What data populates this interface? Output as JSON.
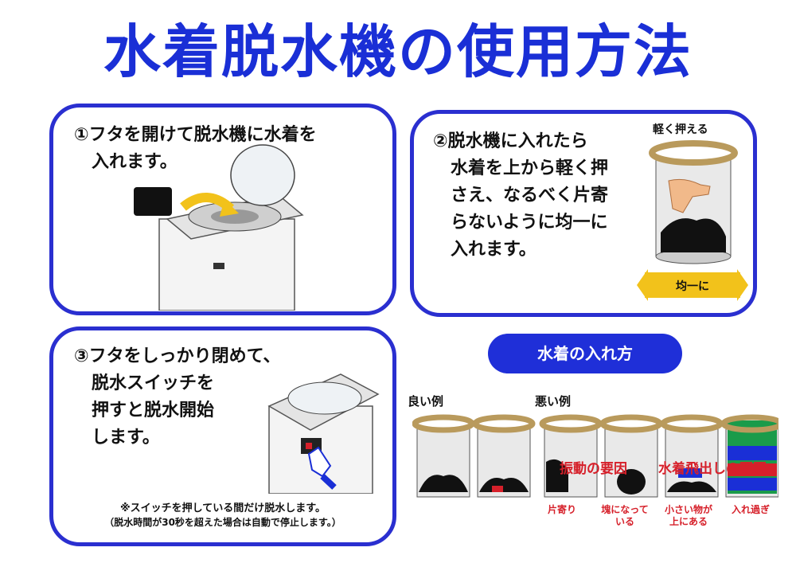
{
  "title": "水着脱水機の使用方法",
  "steps": [
    {
      "text": "①フタを開けて脱水機に水着を\n　入れます。"
    },
    {
      "text": "②脱水機に入れたら\n　水着を上から軽く押\n　さえ、なるべく片寄\n　らないように均一に\n　入れます。"
    },
    {
      "text": "③フタをしっかり閉めて、\n　脱水スイッチを\n　押すと脱水開始\n　します。"
    }
  ],
  "notes": [
    "※スイッチを押している間だけ脱水します。",
    "（脱水時間が30秒を超えた場合は自動で停止します。）"
  ],
  "illustration": {
    "press_label": "軽く押える",
    "even_label": "均一に"
  },
  "examples": {
    "heading": "水着の入れ方",
    "good_label": "良い例",
    "bad_label": "悪い例",
    "causes": [
      "振動の要因",
      "水着飛出しの要因"
    ],
    "captions": [
      "片寄り",
      "塊になって\nいる",
      "小さい物が\n上にある",
      "入れ過ぎ"
    ]
  },
  "colors": {
    "title_blue": "#1a2fd6",
    "panel_border": "#2a2fd0",
    "pill_bg": "#1f2fd8",
    "cause_red": "#d6202a",
    "rim_gold": "#b99a5c",
    "arrow_yellow": "#f2c21b"
  }
}
